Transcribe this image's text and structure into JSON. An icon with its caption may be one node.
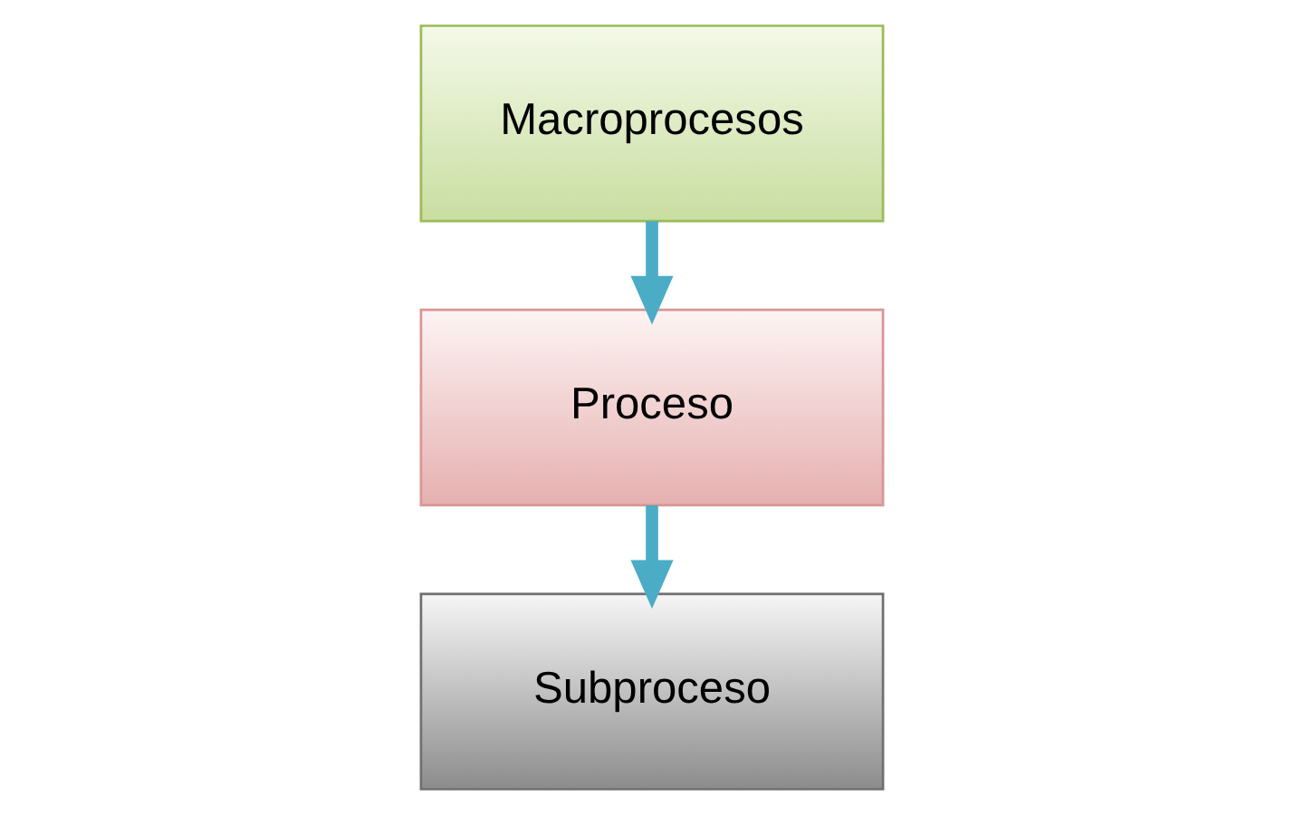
{
  "diagram": {
    "nodes": [
      {
        "text": [
          "Macroprocesos"
        ]
      },
      {
        "text": [
          "Proceso"
        ]
      },
      {
        "text": [
          "Subproceso"
        ]
      }
    ],
    "edges": [
      {
        "from": 0,
        "to": 1,
        "arrow": "to"
      },
      {
        "from": 1,
        "to": 2,
        "arrow": "to"
      }
    ]
  }
}
